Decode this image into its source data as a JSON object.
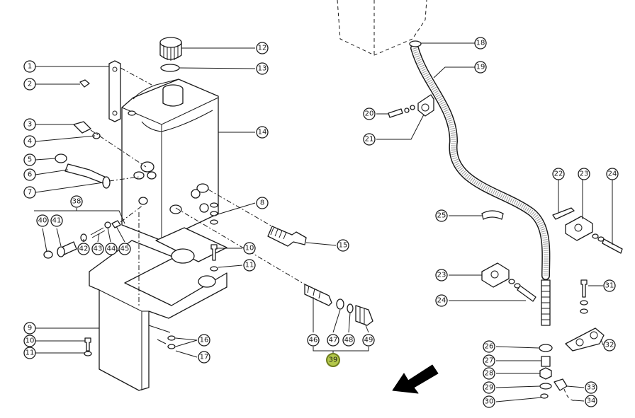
{
  "diagram": {
    "highlight_color": "#b3c84a",
    "callouts": [
      {
        "id": "c1",
        "label": "1"
      },
      {
        "id": "c2",
        "label": "2"
      },
      {
        "id": "c3",
        "label": "3"
      },
      {
        "id": "c4",
        "label": "4"
      },
      {
        "id": "c5",
        "label": "5"
      },
      {
        "id": "c6",
        "label": "6"
      },
      {
        "id": "c7",
        "label": "7"
      },
      {
        "id": "c8",
        "label": "8"
      },
      {
        "id": "c9",
        "label": "9"
      },
      {
        "id": "c10a",
        "label": "10"
      },
      {
        "id": "c10b",
        "label": "10"
      },
      {
        "id": "c11a",
        "label": "11"
      },
      {
        "id": "c11b",
        "label": "11"
      },
      {
        "id": "c12",
        "label": "12"
      },
      {
        "id": "c13",
        "label": "13"
      },
      {
        "id": "c14",
        "label": "14"
      },
      {
        "id": "c15",
        "label": "15"
      },
      {
        "id": "c16",
        "label": "16"
      },
      {
        "id": "c17",
        "label": "17"
      },
      {
        "id": "c18",
        "label": "18"
      },
      {
        "id": "c19",
        "label": "19"
      },
      {
        "id": "c20",
        "label": "20"
      },
      {
        "id": "c21",
        "label": "21"
      },
      {
        "id": "c22",
        "label": "22"
      },
      {
        "id": "c23a",
        "label": "23"
      },
      {
        "id": "c23b",
        "label": "23"
      },
      {
        "id": "c24a",
        "label": "24"
      },
      {
        "id": "c24b",
        "label": "24"
      },
      {
        "id": "c25",
        "label": "25"
      },
      {
        "id": "c26",
        "label": "26"
      },
      {
        "id": "c27",
        "label": "27"
      },
      {
        "id": "c28",
        "label": "28"
      },
      {
        "id": "c29",
        "label": "29"
      },
      {
        "id": "c30",
        "label": "30"
      },
      {
        "id": "c31",
        "label": "31"
      },
      {
        "id": "c32",
        "label": "32"
      },
      {
        "id": "c33",
        "label": "33"
      },
      {
        "id": "c34",
        "label": "34"
      },
      {
        "id": "c38",
        "label": "38"
      },
      {
        "id": "c39",
        "label": "39",
        "highlighted": true
      },
      {
        "id": "c40",
        "label": "40"
      },
      {
        "id": "c41",
        "label": "41"
      },
      {
        "id": "c42",
        "label": "42"
      },
      {
        "id": "c43",
        "label": "43"
      },
      {
        "id": "c44",
        "label": "44"
      },
      {
        "id": "c45",
        "label": "45"
      },
      {
        "id": "c46",
        "label": "46"
      },
      {
        "id": "c47",
        "label": "47"
      },
      {
        "id": "c48",
        "label": "48"
      },
      {
        "id": "c49",
        "label": "49"
      }
    ]
  }
}
